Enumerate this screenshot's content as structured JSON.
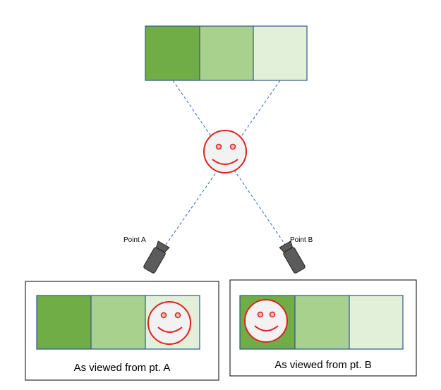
{
  "colors": {
    "dark_green": "#70ad47",
    "mid_green": "#a9d18e",
    "light_green": "#e2f0d9",
    "panel_border": "#2f5597",
    "sightline": "#4472c4",
    "face_stroke": "#e02020",
    "face_fill": "#f2f2f2",
    "camera": "#5b5b5b"
  },
  "labels": {
    "point_a": "Point A",
    "point_b": "Point B"
  },
  "views": {
    "a_caption": "As viewed from pt. A",
    "b_caption": "As viewed from pt. B"
  },
  "icons": {
    "face": "smiley-face-icon",
    "camera": "camera-icon"
  }
}
